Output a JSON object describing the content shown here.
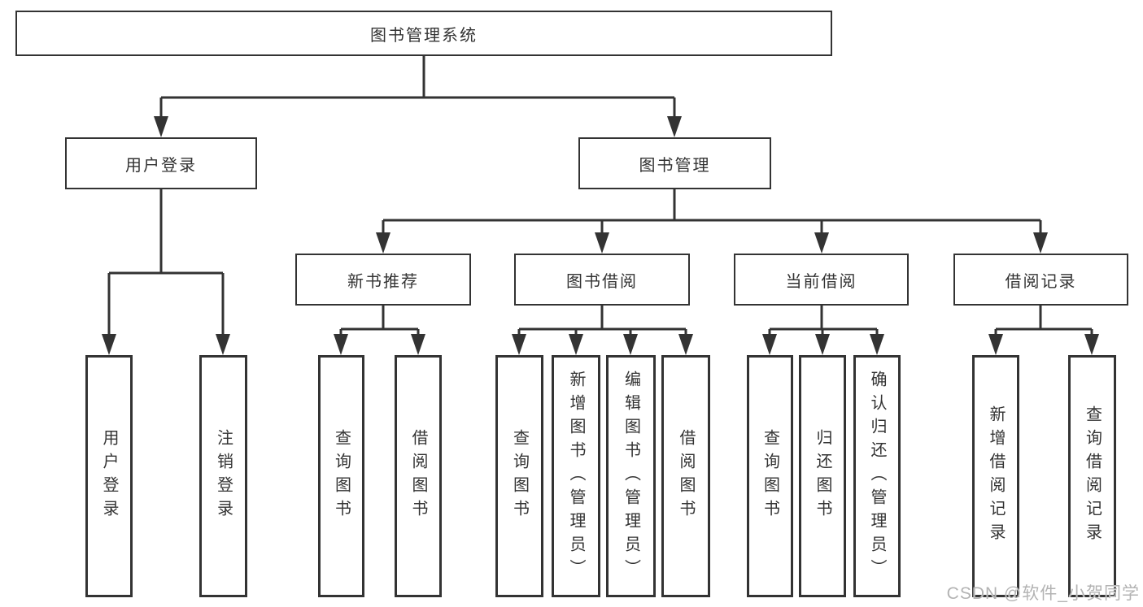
{
  "colors": {
    "line": "#333333",
    "text": "#333333",
    "box_background": "#ffffff",
    "watermark": "#b3b3b3"
  },
  "watermark": {
    "text": "CSDN @软件_小贺同学"
  },
  "tree": {
    "label": "图书管理系统",
    "children": [
      {
        "label": "用户登录",
        "children": [
          {
            "label": "用户登录"
          },
          {
            "label": "注销登录"
          }
        ]
      },
      {
        "label": "图书管理",
        "children": [
          {
            "label": "新书推荐",
            "children": [
              {
                "label": "查询图书"
              },
              {
                "label": "借阅图书"
              }
            ]
          },
          {
            "label": "图书借阅",
            "children": [
              {
                "label": "查询图书"
              },
              {
                "label": "新增图书（管理员）"
              },
              {
                "label": "编辑图书（管理员）"
              },
              {
                "label": "借阅图书"
              }
            ]
          },
          {
            "label": "当前借阅",
            "children": [
              {
                "label": "查询图书"
              },
              {
                "label": "归还图书"
              },
              {
                "label": "确认归还（管理员）"
              }
            ]
          },
          {
            "label": "借阅记录",
            "children": [
              {
                "label": "新增借阅记录"
              },
              {
                "label": "查询借阅记录"
              }
            ]
          }
        ]
      }
    ]
  }
}
